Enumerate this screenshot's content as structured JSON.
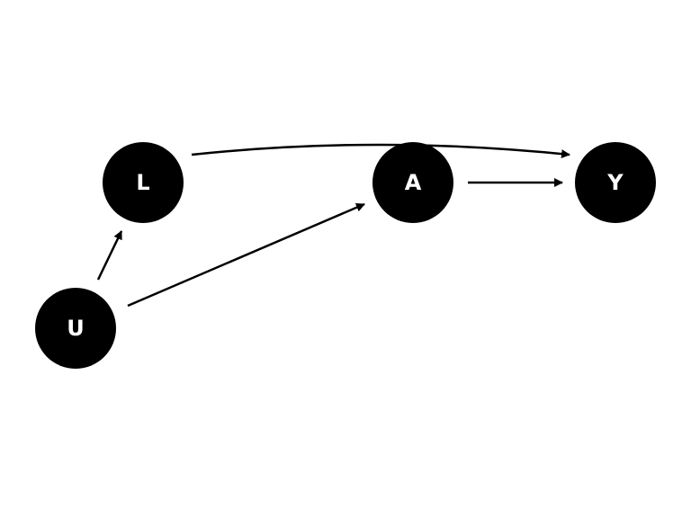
{
  "diagram": {
    "nodes": [
      {
        "id": "L",
        "label": "L"
      },
      {
        "id": "A",
        "label": "A"
      },
      {
        "id": "Y",
        "label": "Y"
      },
      {
        "id": "U",
        "label": "U"
      }
    ],
    "edges": [
      {
        "from": "U",
        "to": "L"
      },
      {
        "from": "U",
        "to": "A"
      },
      {
        "from": "A",
        "to": "Y"
      },
      {
        "from": "L",
        "to": "Y"
      }
    ],
    "colors": {
      "node_fill": "#000000",
      "label_color": "#ffffff",
      "edge_color": "#000000",
      "background": "#ffffff"
    }
  }
}
